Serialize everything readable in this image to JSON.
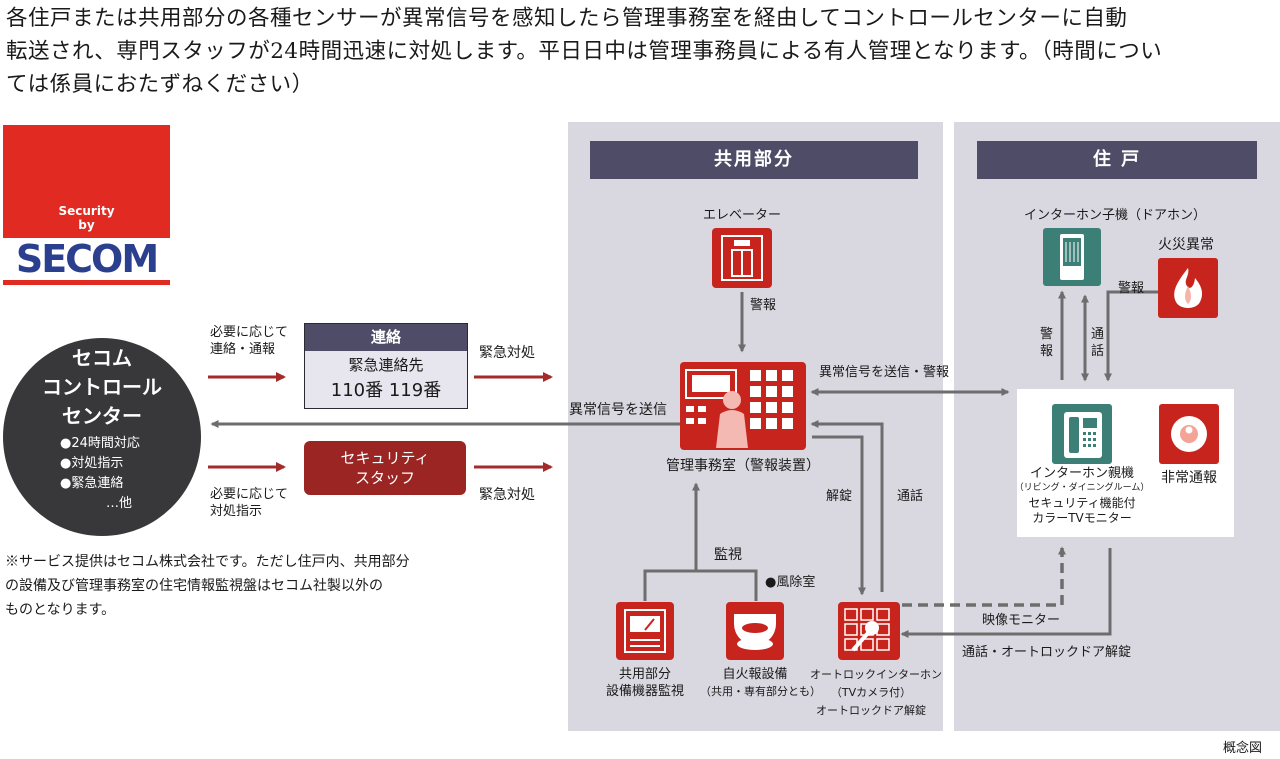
{
  "intro": {
    "line1": "各住戸または共用部分の各種センサーが異常信号を感知したら管理事務室を経由してコントロールセンターに自動",
    "line2": "転送され、専門スタッフが24時間迅速に対処します。平日日中は管理事務員による有人管理となります。（時間につい",
    "line3": "ては係員におたずねください）"
  },
  "brand": {
    "top": "Security",
    "by": "by",
    "name": "SECOM"
  },
  "control_center": {
    "title_l1": "セコム",
    "title_l2": "コントロール",
    "title_l3": "センター",
    "item1": "●24時間対応",
    "item2": "●対処指示",
    "item3": "●緊急連絡",
    "item4": "…他"
  },
  "left_flow": {
    "top_l1": "必要に応じて",
    "top_l2": "連絡・通報",
    "renraku_head": "連絡",
    "renraku_l1": "緊急連絡先",
    "renraku_l2": "110番 119番",
    "emergency1": "緊急対処",
    "signal_send": "異常信号を送信",
    "staff_l1": "セキュリティ",
    "staff_l2": "スタッフ",
    "bottom_l1": "必要に応じて",
    "bottom_l2": "対処指示",
    "emergency2": "緊急対処"
  },
  "note": {
    "line1": "※サービス提供はセコム株式会社です。ただし住戸内、共用部分",
    "line2": "の設備及び管理事務室の住宅情報監視盤はセコム社製以外の",
    "line3": "ものとなります。"
  },
  "common": {
    "header": "共用部分",
    "elevator": "エレベーター",
    "alarm": "警報",
    "office": "管理事務室（警報装置）",
    "signal_alarm": "異常信号を送信・警報",
    "unlock": "解錠",
    "talk": "通話",
    "monitor": "監視",
    "windroom": "●風除室",
    "equip_l1": "共用部分",
    "equip_l2": "設備機器監視",
    "fire_l1": "自火報設備",
    "fire_l2": "（共用・専有部分とも）",
    "autolock_l1": "オートロックインターホン",
    "autolock_l2": "（TVカメラ付）",
    "autolock_l3": "オートロックドア解錠"
  },
  "resident": {
    "header": "住 戸",
    "door_intercom": "インターホン子機（ドアホン）",
    "fire": "火災異常",
    "alarm_a": "警報",
    "alarm_b": "警",
    "alarm_c": "報",
    "talk_a": "通",
    "talk_b": "話",
    "parent_l1": "インターホン親機",
    "parent_l2": "（リビング・ダイニングルーム）",
    "parent_l3": "セキュリティ機能付",
    "parent_l4": "カラーTVモニター",
    "emergency_call": "非常通報",
    "video_monitor": "映像モニター",
    "talk_unlock": "通話・オートロックドア解錠"
  },
  "footer": {
    "concept": "概念図"
  },
  "colors": {
    "accent_red": "#c8241e",
    "dark_red": "#9a2523",
    "arrow_red": "#a32c2b",
    "panel": "#d9d8e0",
    "panel_head": "#4e4c66",
    "teal": "#3c7f77",
    "arrow_gray": "#6d6d6d"
  }
}
